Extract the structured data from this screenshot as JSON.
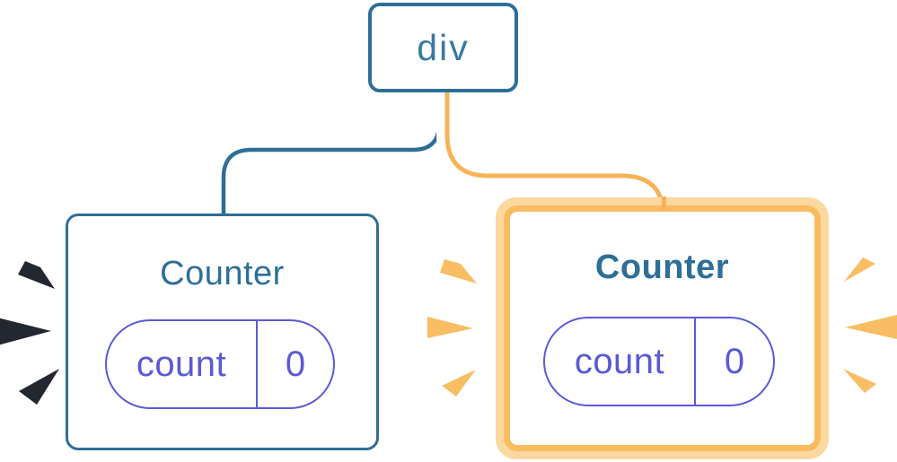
{
  "root_node": {
    "label": "div"
  },
  "cards": {
    "left": {
      "title": "Counter",
      "state": {
        "key": "count",
        "value": "0"
      }
    },
    "right": {
      "title": "Counter",
      "state": {
        "key": "count",
        "value": "0"
      }
    }
  },
  "colors": {
    "blue": "#2e6f97",
    "blue-text": "#3a79a0",
    "purple": "#5a5ad6",
    "orange": "#f6b357",
    "orange-spark": "#f9bd63",
    "orange-ring": "#fbd8a0",
    "orange-border": "#f8bc5f",
    "dark-spark": "#23272f",
    "white": "#ffffff"
  }
}
